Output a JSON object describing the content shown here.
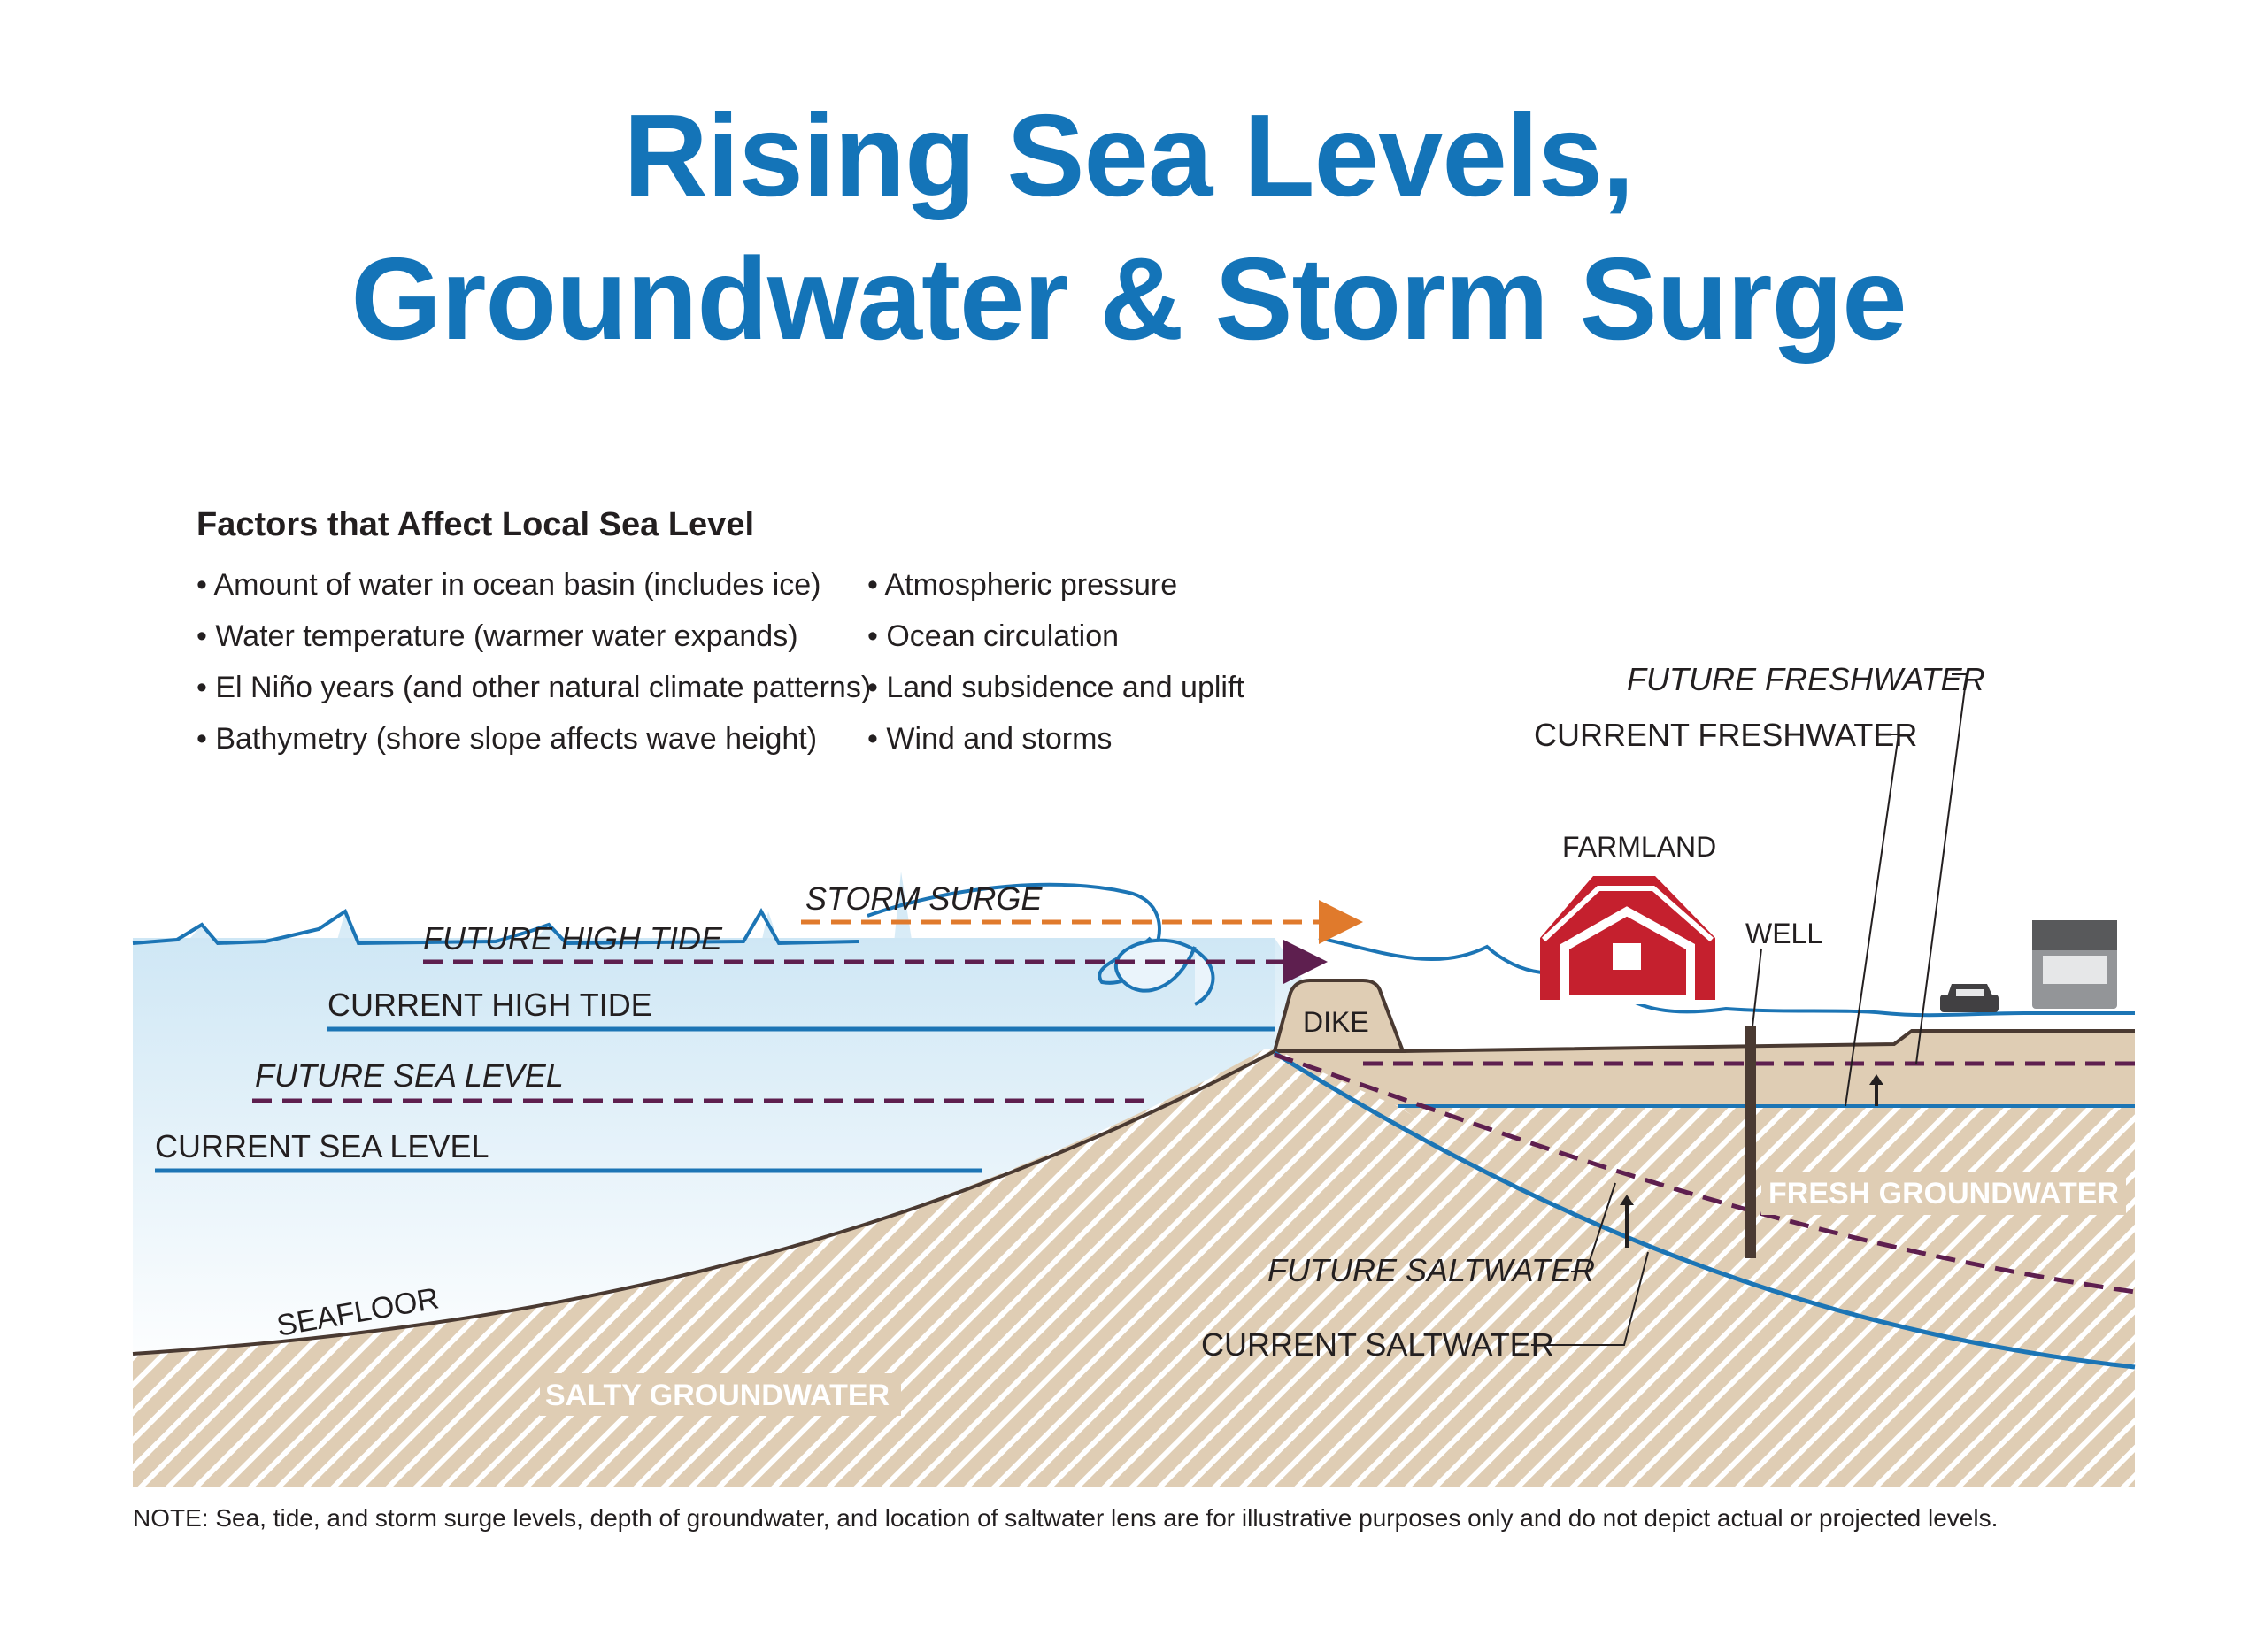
{
  "title": {
    "line1": "Rising Sea Levels,",
    "line2": "Groundwater & Storm Surge"
  },
  "factors": {
    "heading": "Factors that Affect Local Sea Level",
    "left": [
      "• Amount of water in ocean basin (includes ice)",
      "• Water temperature (warmer water expands)",
      "• El Niño years (and other natural climate patterns)",
      "• Bathymetry (shore slope affects wave height)"
    ],
    "right": [
      "• Atmospheric pressure",
      "• Ocean circulation",
      "• Land subsidence and uplift",
      "• Wind and storms"
    ]
  },
  "labels": {
    "storm_surge": "STORM SURGE",
    "future_high_tide": "FUTURE HIGH TIDE",
    "current_high_tide": "CURRENT HIGH TIDE",
    "future_sea_level": "FUTURE SEA LEVEL",
    "current_sea_level": "CURRENT SEA LEVEL",
    "seafloor": "SEAFLOOR",
    "salty_groundwater": "SALTY GROUNDWATER",
    "dike": "DIKE",
    "farmland": "FARMLAND",
    "well": "WELL",
    "future_freshwater": "FUTURE FRESHWATER",
    "current_freshwater": "CURRENT FRESHWATER",
    "fresh_groundwater": "FRESH GROUNDWATER",
    "future_saltwater": "FUTURE SALTWATER",
    "current_saltwater": "CURRENT SALTWATER"
  },
  "colors": {
    "title_blue": "#1474b8",
    "water_light": "#cfe7f5",
    "current_line_blue": "#1c75b5",
    "future_dash_purple": "#5e1f4f",
    "storm_surge_orange": "#e07a2c",
    "ground_tan": "#dfcdb4",
    "barn_red": "#c5202e"
  },
  "icons": [
    "barn-icon",
    "car-icon",
    "truck-icon"
  ],
  "note": "NOTE: Sea, tide, and storm surge levels, depth of groundwater, and location of saltwater lens are for illustrative purposes only and do not depict actual or projected levels."
}
